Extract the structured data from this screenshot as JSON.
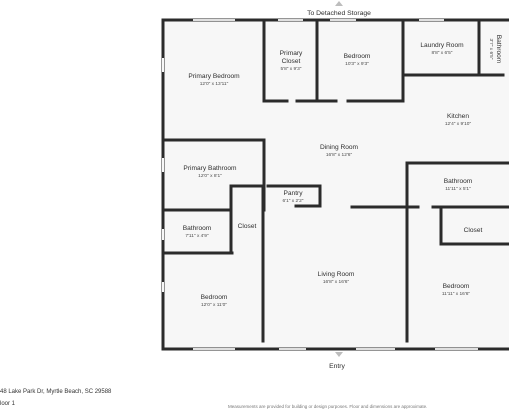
{
  "labels": {
    "top_entrance": "To Detached Storage",
    "bottom_entrance": "Entry"
  },
  "rooms": {
    "primary_bedroom": {
      "name": "Primary Bedroom",
      "dims": "12'0\" x 13'11\""
    },
    "primary_closet": {
      "name_line1": "Primary",
      "name_line2": "Closet",
      "dims": "5'8\" x 9'3\""
    },
    "bedroom_top": {
      "name": "Bedroom",
      "dims": "10'3\" x 9'3\""
    },
    "laundry_room": {
      "name": "Laundry Room",
      "dims": "8'8\" x 6'5\""
    },
    "bathroom_small": {
      "name": "Bathroom",
      "dims": "3'7\" x 6'5\""
    },
    "kitchen": {
      "name": "Kitchen",
      "dims": "12'4\" x 9'10\""
    },
    "dining_room": {
      "name": "Dining Room",
      "dims": "16'8\" x 12'6\""
    },
    "primary_bathroom": {
      "name": "Primary Bathroom",
      "dims": "12'0\" x 8'1\""
    },
    "pantry": {
      "name": "Pantry",
      "dims": "6'1\" x 2'2\""
    },
    "bathroom_east": {
      "name": "Bathroom",
      "dims": "11'11\" x 5'1\""
    },
    "closet_west": {
      "name": "Closet"
    },
    "bathroom_west": {
      "name": "Bathroom",
      "dims": "7'11\" x 4'9\""
    },
    "closet_east": {
      "name": "Closet"
    },
    "living_room": {
      "name": "Living Room",
      "dims": "16'8\" x 16'6\""
    },
    "bedroom_southwest": {
      "name": "Bedroom",
      "dims": "12'0\" x 11'0\""
    },
    "bedroom_southeast": {
      "name": "Bedroom",
      "dims": "11'11\" x 16'6\""
    }
  },
  "caption": {
    "address": "48 Lake Park Dr, Myrtle Beach, SC 29588",
    "floor": "loor 1"
  },
  "footer_note": "Measurements are provided for building or design purposes. Floor and dimensions are approximate."
}
